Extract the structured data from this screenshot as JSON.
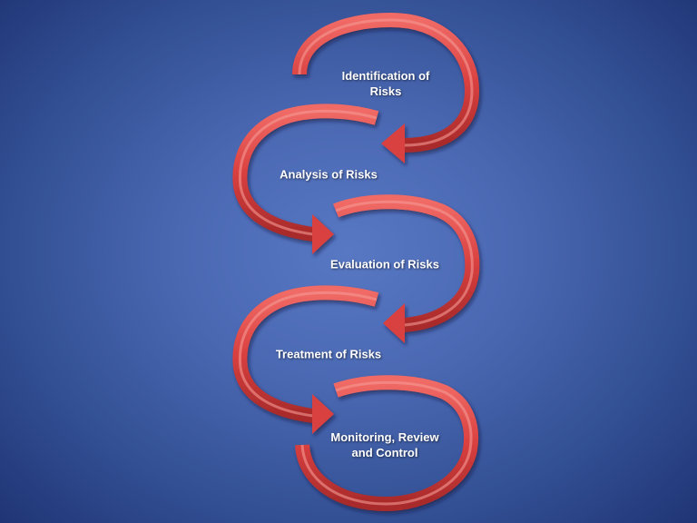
{
  "diagram": {
    "type": "process-cycle",
    "background_color": "#4a68b2",
    "arrow_color": "#d9403f",
    "steps": [
      {
        "label_line1": "Identification of",
        "label_line2": "Risks"
      },
      {
        "label_line1": "Analysis of Risks",
        "label_line2": ""
      },
      {
        "label_line1": "Evaluation of Risks",
        "label_line2": ""
      },
      {
        "label_line1": "Treatment of Risks",
        "label_line2": ""
      },
      {
        "label_line1": "Monitoring, Review",
        "label_line2": "and Control"
      }
    ]
  }
}
